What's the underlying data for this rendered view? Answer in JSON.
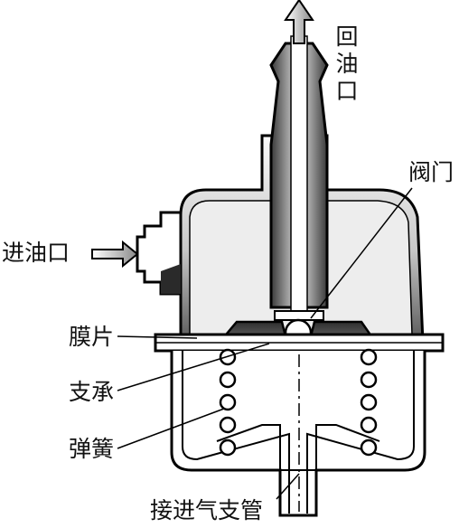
{
  "labels": {
    "return_port": "回油口",
    "valve": "阀门",
    "inlet_port": "进油口",
    "diaphragm": "膜片",
    "support": "支承",
    "spring": "弹簧",
    "intake_pipe": "接进气支管"
  },
  "colors": {
    "outline": "#000000",
    "body_light": "#f2f2f2",
    "body_dark": "#3a3a3a",
    "paper": "#ffffff"
  }
}
